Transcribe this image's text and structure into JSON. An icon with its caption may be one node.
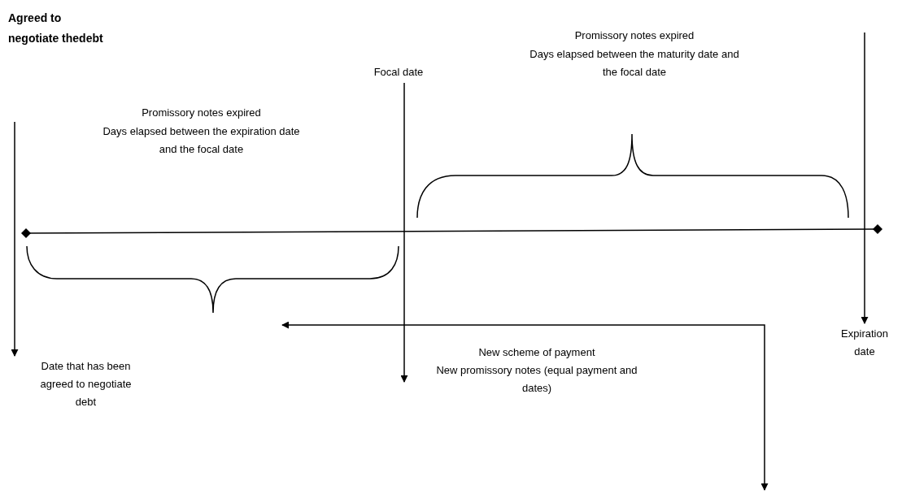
{
  "diagram": {
    "title": "Agreed to negotiate thedebt",
    "nodes": [
      {
        "text": [
          "Focal date"
        ]
      },
      {
        "text": [
          "Expiration date"
        ]
      },
      {
        "text": [
          "Date that has been agreed to negotiate debt"
        ]
      }
    ],
    "edges": [
      {
        "from": null,
        "to": 2,
        "arrow": "to"
      },
      {
        "from": 0,
        "to": null,
        "arrow": "to"
      },
      {
        "from": null,
        "to": 1,
        "arrow": "to"
      }
    ],
    "labels": [
      "Promissory notes expired",
      "Days elapsed between the maturity date and the focal date",
      "Promissory notes expired",
      "Days elapsed between the expiration date and the focal date",
      "New scheme of payment",
      "New promissory notes (equal payment and dates)"
    ]
  }
}
